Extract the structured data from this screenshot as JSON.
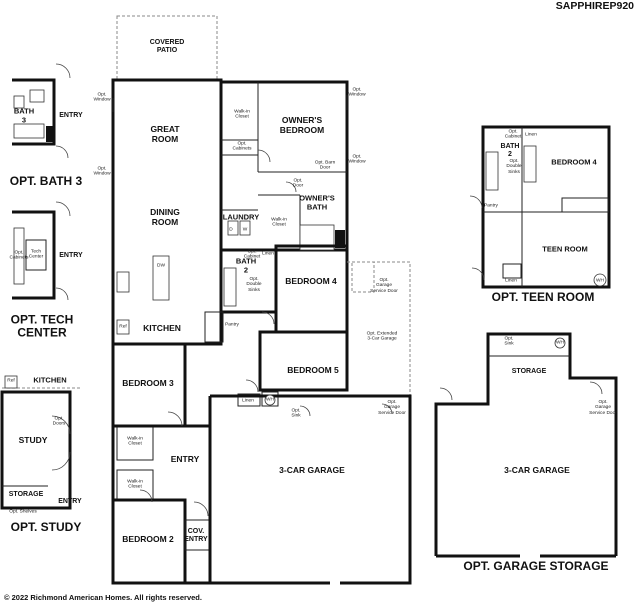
{
  "plan_code": "SAPPHIREP920",
  "copyright": "© 2022 Richmond American Homes. All rights reserved.",
  "rooms": {
    "covered_patio": "COVERED\nPATIO",
    "great_room": "GREAT\nROOM",
    "dining_room": "DINING\nROOM",
    "kitchen": "KITCHEN",
    "owners_bedroom": "OWNER'S\nBEDROOM",
    "owners_bath": "OWNER'S\nBATH",
    "laundry": "LAUNDRY",
    "bath_2": "BATH\n2",
    "bedroom_4": "BEDROOM 4",
    "bedroom_5": "BEDROOM 5",
    "bedroom_3": "BEDROOM 3",
    "bedroom_2": "BEDROOM 2",
    "entry": "ENTRY",
    "cov_entry": "COV.\nENTRY",
    "garage": "3-CAR GARAGE"
  },
  "notes": {
    "opt_window": "Opt.\nWindow",
    "walk_in_closet": "Walk-in\nCloset",
    "opt_cabinets": "Opt.\nCabinets",
    "opt_barn_door": "Opt. Barn\nDoor",
    "opt_door": "Opt.\nDoor",
    "opt_cabinet": "Opt.\nCabinet",
    "opt_double_sinks": "Opt.\nDouble\nSinks",
    "opt_garage_service_door": "Opt.\nGarage\nService Door",
    "opt_extended_garage": "Opt. Extended\n3-Car Garage",
    "pantry": "Pantry",
    "linen": "Linen",
    "wh": "WH",
    "opt_sink": "Opt.\nSink",
    "ref": "Ref",
    "dw": "DW",
    "d": "D",
    "w": "W",
    "tech_center": "Tech\nCenter",
    "opt_doors": "Opt.\nDoors",
    "opt_shelves": "Opt. Shelves",
    "storage": "STORAGE"
  },
  "options": {
    "bath3": {
      "title": "OPT. BATH 3",
      "room": "BATH\n3",
      "entry": "ENTRY"
    },
    "tech": {
      "title": "OPT. TECH\nCENTER",
      "entry": "ENTRY"
    },
    "study": {
      "title": "OPT. STUDY",
      "kitchen": "KITCHEN",
      "study": "STUDY",
      "storage": "STORAGE",
      "entry": "ENTRY"
    },
    "teen": {
      "title": "OPT. TEEN ROOM",
      "bath": "BATH\n2",
      "bedroom": "BEDROOM 4",
      "teen": "TEEN ROOM"
    },
    "garage_storage": {
      "title": "OPT. GARAGE STORAGE",
      "storage": "STORAGE",
      "garage": "3-CAR GARAGE"
    }
  }
}
